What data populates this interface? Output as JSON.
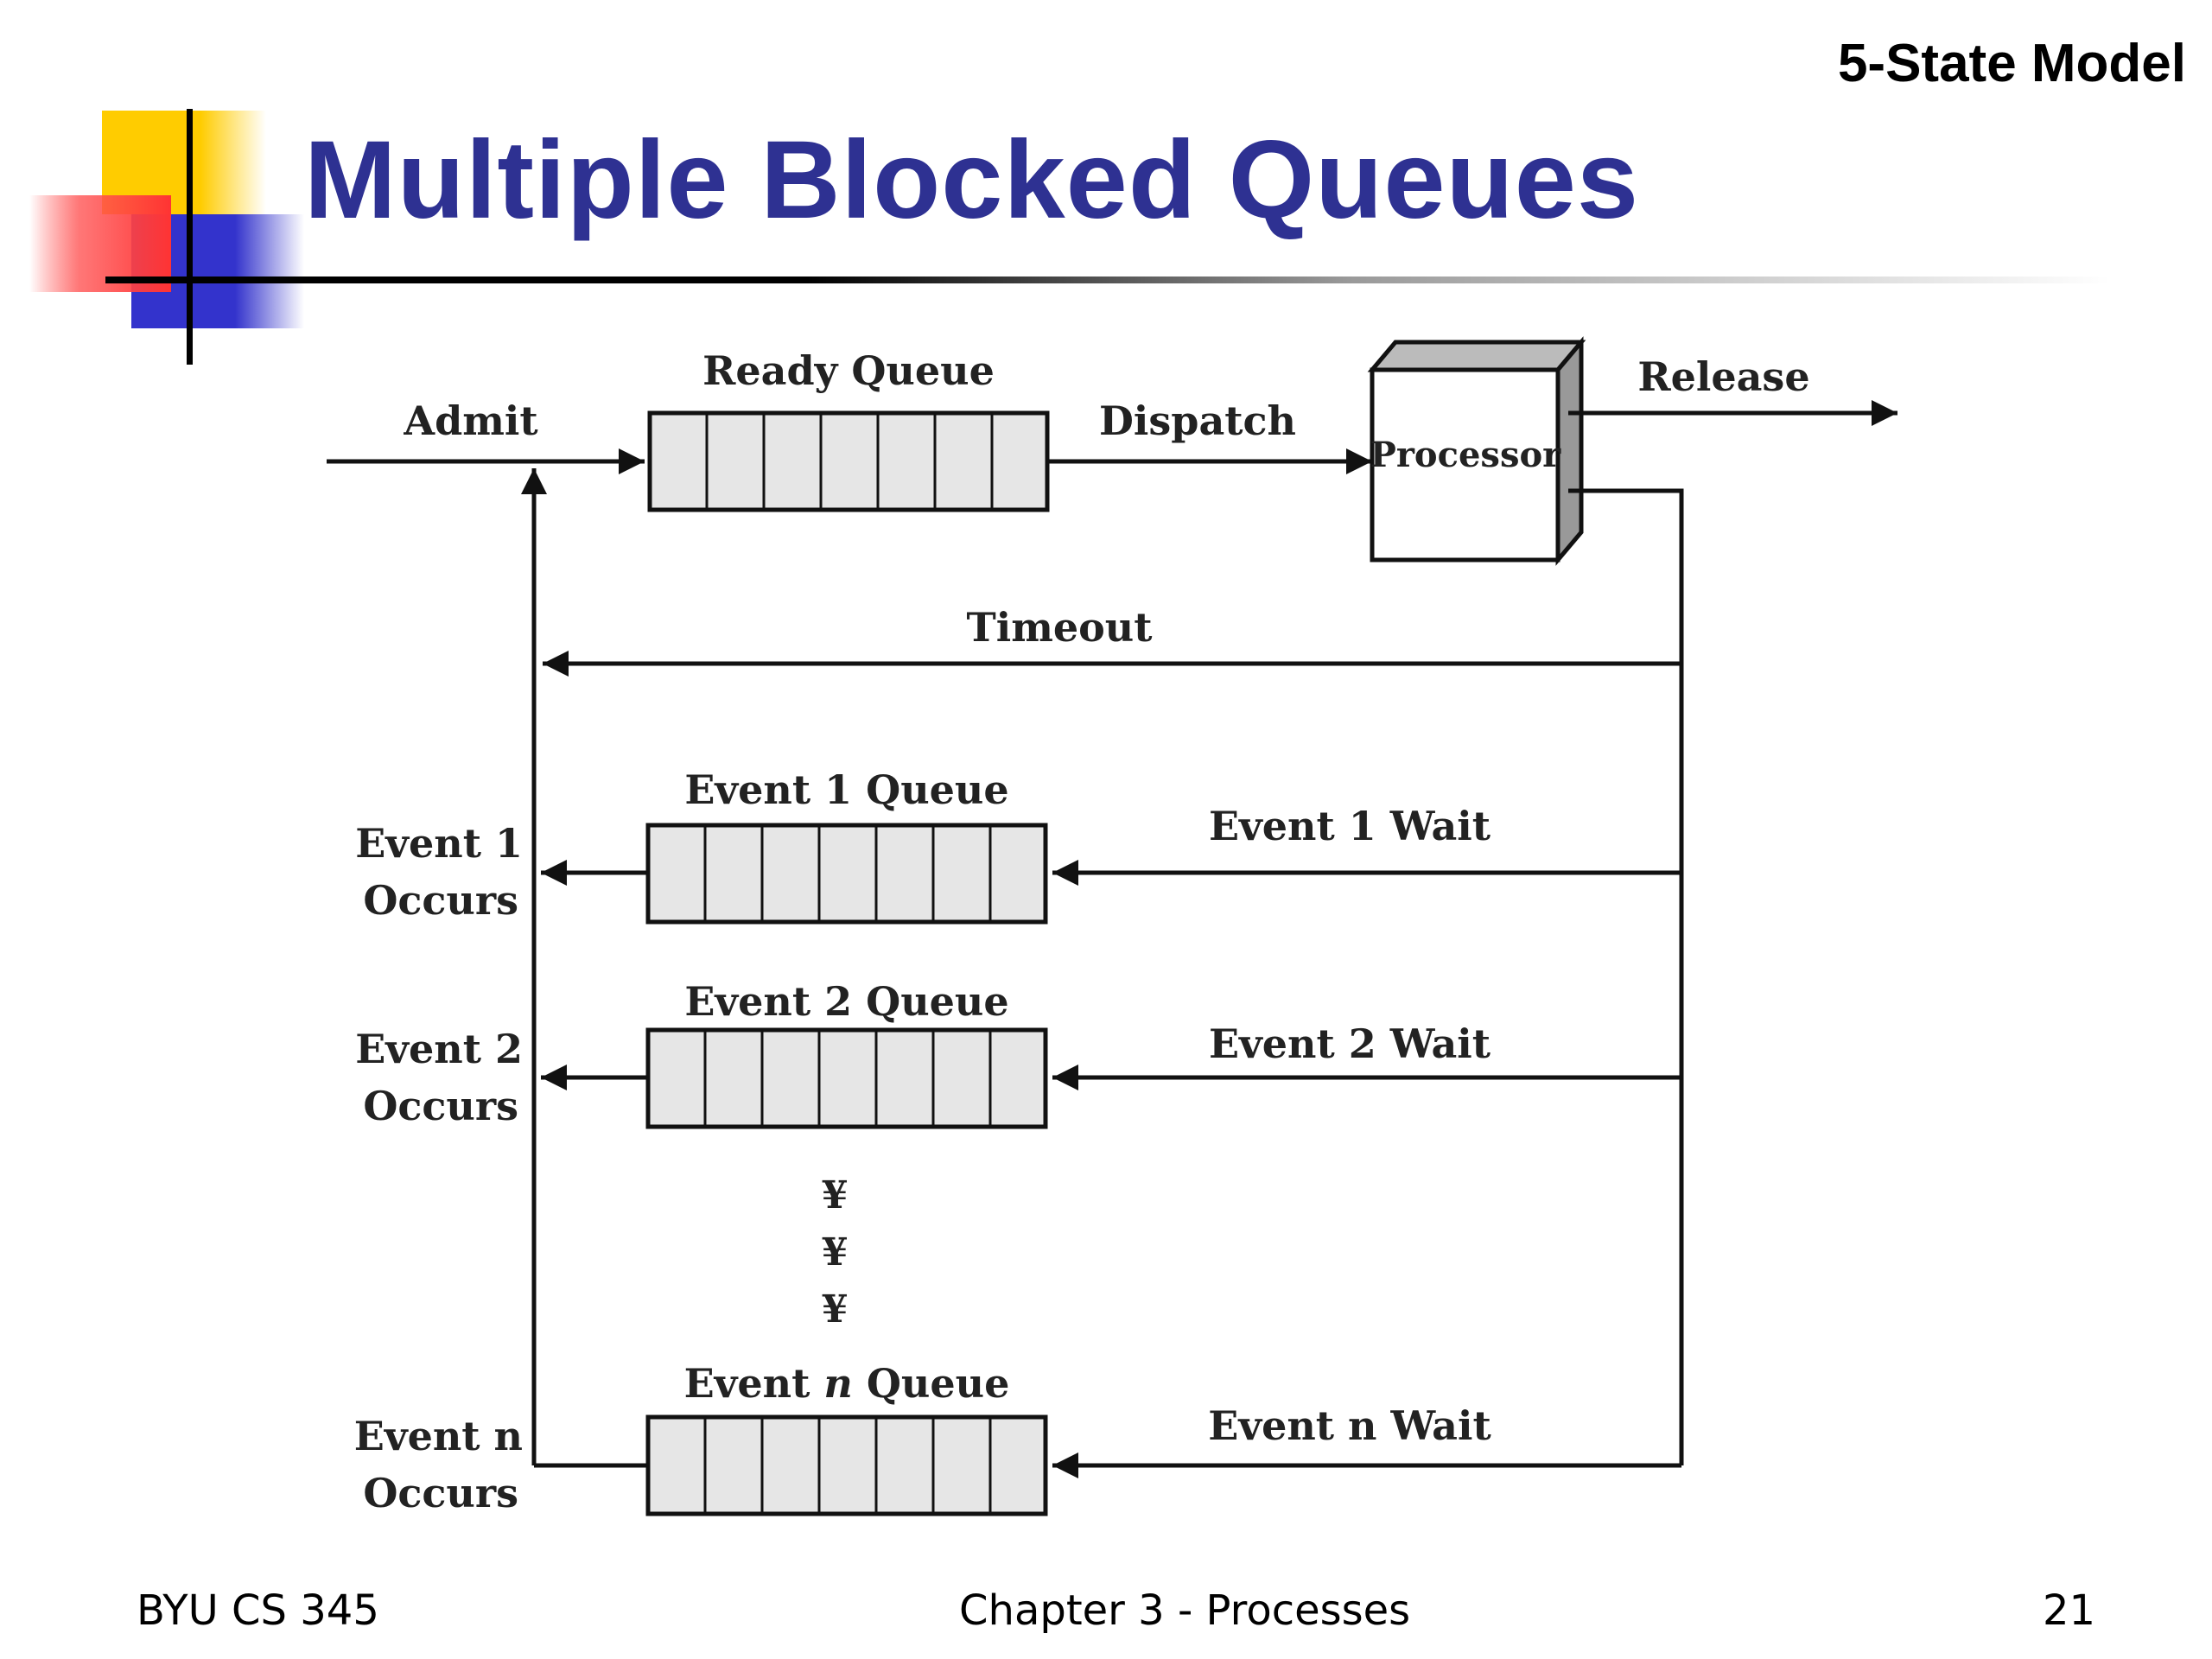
{
  "slide": {
    "corner_tag": "5-State Model",
    "title": "Multiple Blocked Queues"
  },
  "diagram": {
    "ready_queue": "Ready Queue",
    "admit": "Admit",
    "dispatch": "Dispatch",
    "processor": "Processor",
    "release": "Release",
    "timeout": "Timeout",
    "event_queues": [
      {
        "queue": "Event 1 Queue",
        "wait": "Event 1 Wait",
        "occurs_line1": "Event 1",
        "occurs_line2": "Occurs"
      },
      {
        "queue": "Event 2 Queue",
        "wait": "Event 2 Wait",
        "occurs_line1": "Event 2",
        "occurs_line2": "Occurs"
      },
      {
        "queue_prefix": "Event ",
        "queue_n": "n",
        "queue_suffix": " Queue",
        "wait": "Event n Wait",
        "occurs_line1": "Event n",
        "occurs_line2": "Occurs"
      }
    ],
    "ellipsis_glyph": "¥"
  },
  "footer": {
    "left": "BYU CS 345",
    "center": "Chapter 3 - Processes",
    "right": "21"
  },
  "colors": {
    "title": "#2e3192",
    "logo_yellow": "#ffcc00",
    "logo_red": "#ff3333",
    "logo_blue": "#3333cc",
    "queue_fill": "#e6e6e6",
    "processor_side": "#999999"
  }
}
